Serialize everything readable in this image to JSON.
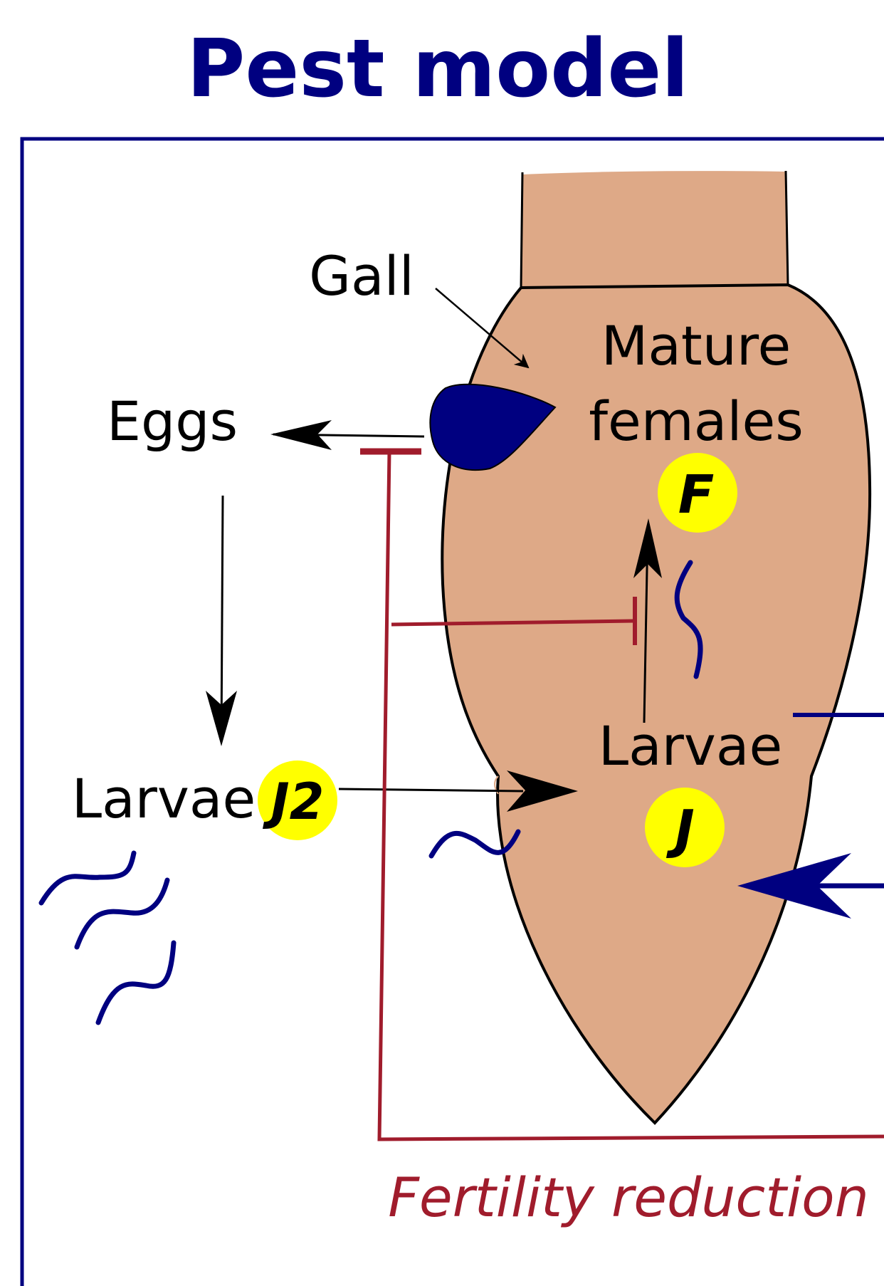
{
  "title": "Pest model",
  "labels": {
    "gall": "Gall",
    "mature_line1": "Mature",
    "mature_line2": "females",
    "eggs": "Eggs",
    "larvae_inside": "Larvae",
    "larvae_outside": "Larvae",
    "fertility_reduction": "Fertility reduction"
  },
  "badges": {
    "females": "F",
    "juveniles": "J",
    "j2": "J2"
  },
  "colors": {
    "title": "#000080",
    "frame": "#000080",
    "root": "#dea987",
    "gall": "#000080",
    "inhibition": "#a01c2c",
    "badge": "#ffff00",
    "worm": "#000080"
  }
}
